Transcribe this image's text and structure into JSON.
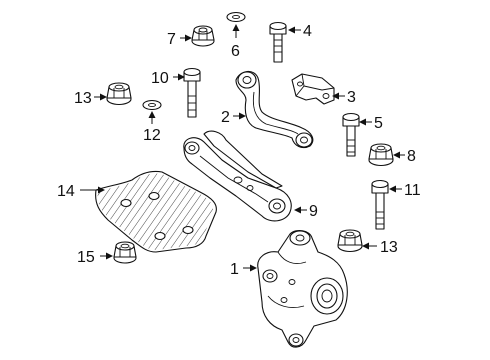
{
  "diagram": {
    "callouts": [
      {
        "id": "c1",
        "label": "1"
      },
      {
        "id": "c2",
        "label": "2"
      },
      {
        "id": "c3",
        "label": "3"
      },
      {
        "id": "c4",
        "label": "4"
      },
      {
        "id": "c5",
        "label": "5"
      },
      {
        "id": "c6",
        "label": "6"
      },
      {
        "id": "c7",
        "label": "7"
      },
      {
        "id": "c8",
        "label": "8"
      },
      {
        "id": "c9",
        "label": "9"
      },
      {
        "id": "c10",
        "label": "10"
      },
      {
        "id": "c11",
        "label": "11"
      },
      {
        "id": "c12",
        "label": "12"
      },
      {
        "id": "c13a",
        "label": "13"
      },
      {
        "id": "c13b",
        "label": "13"
      },
      {
        "id": "c14",
        "label": "14"
      },
      {
        "id": "c15",
        "label": "15"
      }
    ],
    "colors": {
      "line": "#111111",
      "background": "#ffffff"
    }
  }
}
